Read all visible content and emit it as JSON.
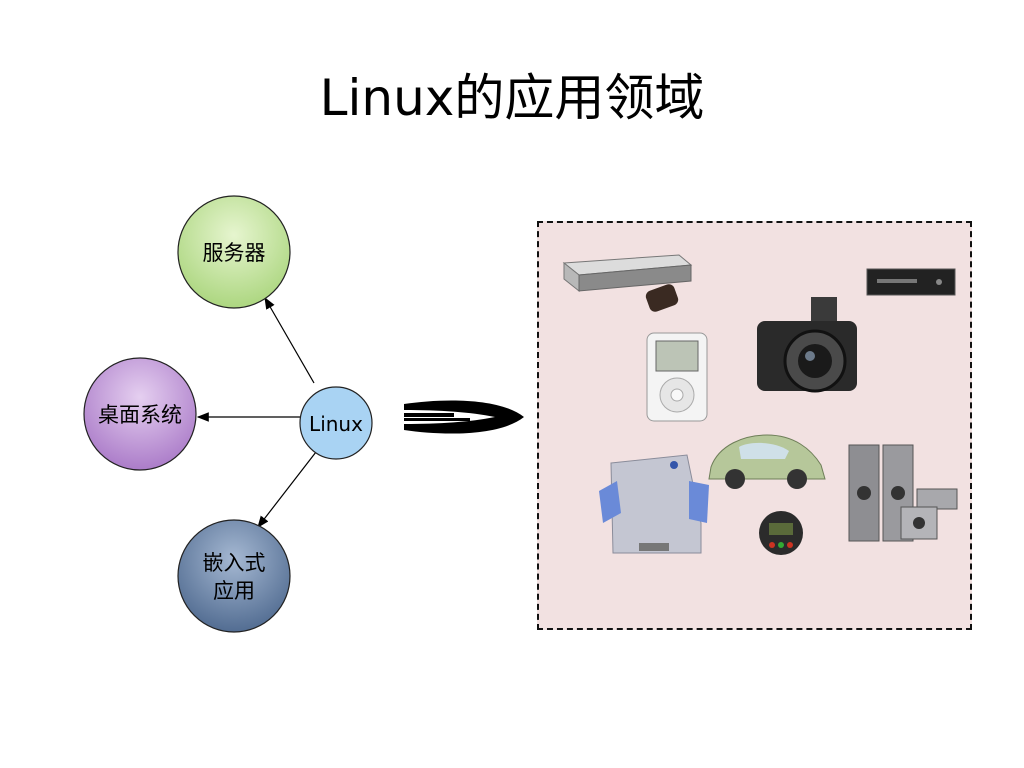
{
  "title": "Linux的应用领域",
  "center_node": {
    "label": "Linux",
    "color": "#a9d3f3"
  },
  "nodes": {
    "server": {
      "label": "服务器",
      "color": "#c7e59a"
    },
    "desktop": {
      "label": "桌面系统",
      "color": "#c29ad8"
    },
    "embedded": {
      "label_line1": "嵌入式",
      "label_line2": "应用",
      "color": "#6b86a8"
    }
  },
  "panel": {
    "background": "#f2e1e1",
    "devices": [
      "set-top-box",
      "remote-control",
      "dvd-player",
      "mp3-player",
      "digital-camera",
      "printer",
      "car",
      "gauge",
      "speakers"
    ]
  }
}
